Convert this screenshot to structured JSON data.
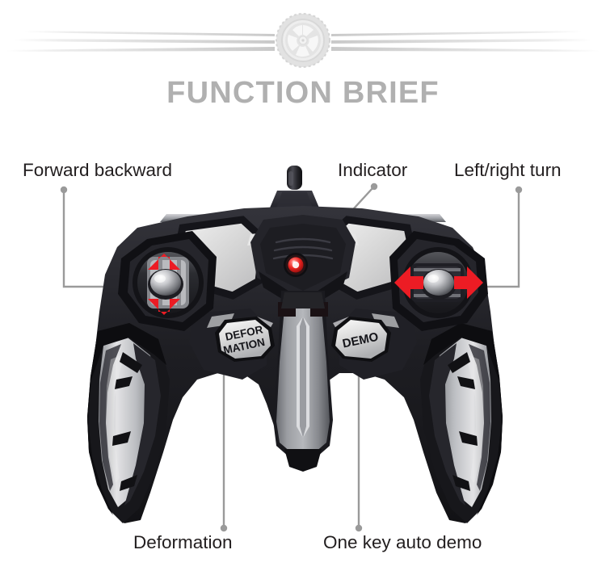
{
  "header": {
    "title": "FUNCTION BRIEF",
    "ornament_icon": "tire-wheel-icon",
    "title_color": "#b0b0b0",
    "ornament_color": "#dedede"
  },
  "callouts": [
    {
      "id": "forward-backward",
      "label": "Forward backward",
      "target": "left-joystick",
      "position": "top-left",
      "arrow_icon": "up-down-arrows-icon"
    },
    {
      "id": "indicator",
      "label": "Indicator",
      "target": "led-indicator",
      "position": "top-center",
      "arrow_icon": "diagonal-leader-icon"
    },
    {
      "id": "left-right-turn",
      "label": "Left/right turn",
      "target": "right-joystick",
      "position": "top-right",
      "arrow_icon": "left-right-arrows-icon"
    },
    {
      "id": "deformation",
      "label": "Deformation",
      "target": "deformation-button",
      "position": "bottom-left",
      "arrow_icon": "vertical-leader-icon"
    },
    {
      "id": "one-key-auto-demo",
      "label": "One key auto demo",
      "target": "demo-button",
      "position": "bottom-right",
      "arrow_icon": "vertical-leader-icon"
    }
  ],
  "device": {
    "name": "rc-transmitter",
    "antenna": "antenna",
    "buttons": [
      {
        "id": "deformation-button",
        "line1": "DEFOR",
        "line2": "MATION"
      },
      {
        "id": "demo-button",
        "line1": "DEMO",
        "line2": ""
      }
    ],
    "indicator": {
      "id": "led-indicator",
      "color": "#e8221f",
      "state": "on"
    },
    "sticks": [
      {
        "id": "left-joystick",
        "axis": "vertical",
        "arrow_color": "#ec1c24"
      },
      {
        "id": "right-joystick",
        "axis": "horizontal",
        "arrow_color": "#ec1c24"
      }
    ]
  },
  "colors": {
    "body_black": "#1b1b1f",
    "body_dark": "#2a2a30",
    "panel_silver": "#d9d9d9",
    "panel_gray": "#8d8f94",
    "accent_red": "#ec1c24",
    "leader_line": "#9a9a9a",
    "text_dark": "#221e1f"
  }
}
